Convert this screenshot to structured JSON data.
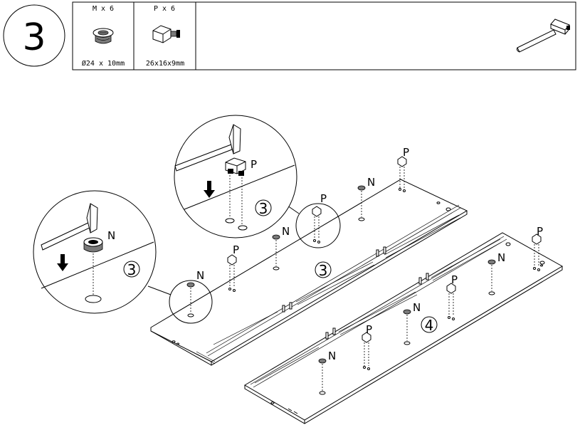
{
  "step": {
    "number": "3"
  },
  "parts": [
    {
      "id": "M",
      "label": "M x 6",
      "icon": "cam-lock-nut-icon",
      "dimension": "Ø24 x 10mm"
    },
    {
      "id": "P",
      "label": "P x 6",
      "icon": "cam-fitting-bracket-icon",
      "dimension": "26x16x9mm"
    }
  ],
  "tool": {
    "icon": "hammer-icon"
  },
  "detail_views": [
    {
      "callout": "3",
      "part_tag": "P",
      "icon": "hammer-icon"
    },
    {
      "callout": "3",
      "part_tag": "N",
      "icon": "hammer-icon"
    }
  ],
  "panels": [
    {
      "callout": "3"
    },
    {
      "callout": "4"
    }
  ],
  "tags": {
    "nut": "N",
    "bracket": "P"
  }
}
